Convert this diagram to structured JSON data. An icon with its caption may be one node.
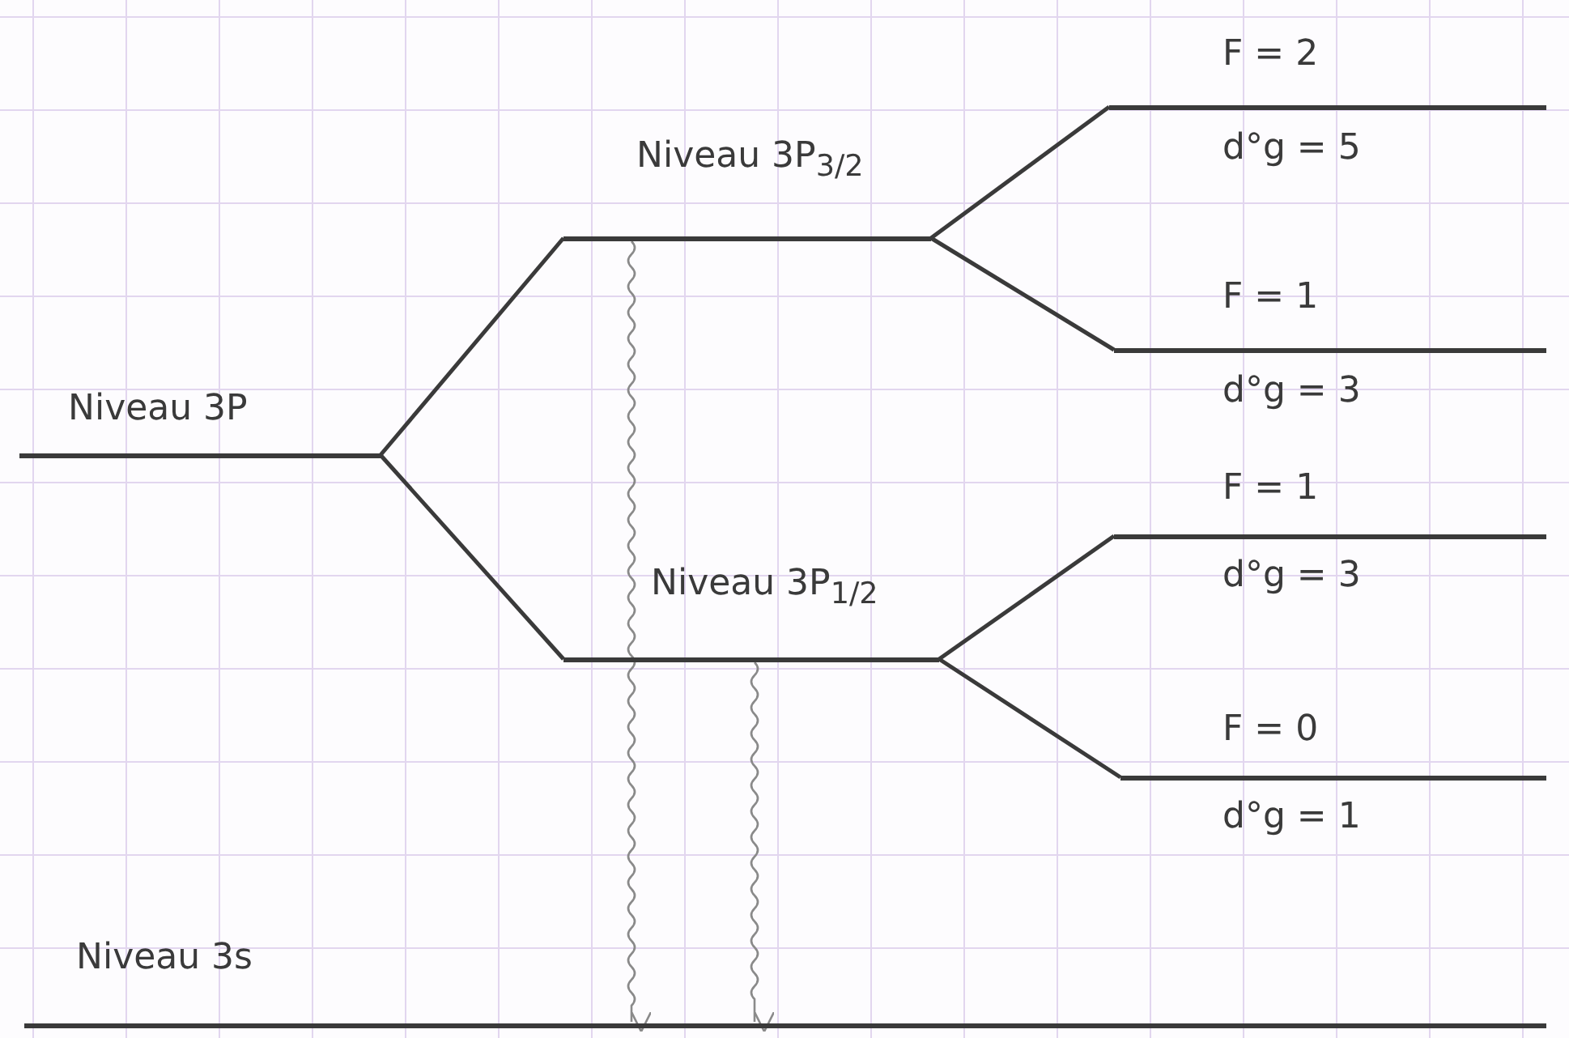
{
  "diagram": {
    "nodes": [
      {
        "text": [
          "Niveau 3P"
        ]
      },
      {
        "text": [
          "Niveau 3P$_{3/2}$"
        ]
      },
      {
        "text": [
          "Niveau 3P$_{1/2}$"
        ]
      },
      {
        "text": [
          "F = 2",
          "d°g = 5"
        ]
      },
      {
        "text": [
          "F = 1",
          "d°g = 3"
        ]
      },
      {
        "text": [
          "F = 1",
          "d°g = 3"
        ]
      },
      {
        "text": [
          "F = 0",
          "d°g = 1"
        ]
      },
      {
        "text": [
          "Niveau 3s"
        ]
      }
    ],
    "edges": [
      {
        "from": 0,
        "to": 1,
        "arrow": "none"
      },
      {
        "from": 0,
        "to": 2,
        "arrow": "none"
      },
      {
        "from": 1,
        "to": 3,
        "arrow": "none"
      },
      {
        "from": 1,
        "to": 4,
        "arrow": "none"
      },
      {
        "from": 2,
        "to": 5,
        "arrow": "none"
      },
      {
        "from": 2,
        "to": 6,
        "arrow": "none"
      },
      {
        "from": 1,
        "to": 7,
        "arrow": "to",
        "color": "#8a8a8a"
      },
      {
        "from": 2,
        "to": 7,
        "arrow": "to",
        "color": "#8a8a8a"
      }
    ]
  }
}
